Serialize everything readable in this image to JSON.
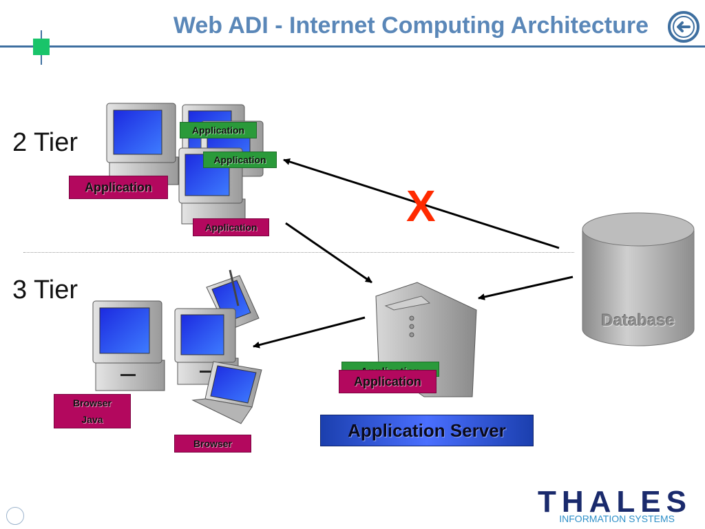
{
  "header": {
    "title": "Web ADI - Internet Computing Architecture",
    "back_icon": "back-arrow-icon",
    "rule_color": "#3e6fa0",
    "marker_color": "#19c46a"
  },
  "tiers": {
    "two_tier": "2 Tier",
    "three_tier": "3 Tier"
  },
  "two_tier_labels": {
    "green_top": "Application",
    "green_mid": "Application",
    "left": "Application",
    "front": "Application"
  },
  "three_tier_labels": {
    "desktop_browser": "Browser",
    "desktop_java": "Java",
    "laptop": "Browser"
  },
  "server": {
    "green_label": "Application",
    "label": "Application",
    "banner": "Application Server"
  },
  "database": {
    "label": "Database"
  },
  "x_mark": "X",
  "logo": {
    "name": "THALES",
    "subtitle": "INFORMATION SYSTEMS"
  },
  "colors": {
    "label_magenta": "#b3085e",
    "label_green": "#2a9a3a",
    "x_red": "#ff2a00",
    "banner_blue": "#2a4fd6",
    "title_blue": "#5a87b8"
  }
}
